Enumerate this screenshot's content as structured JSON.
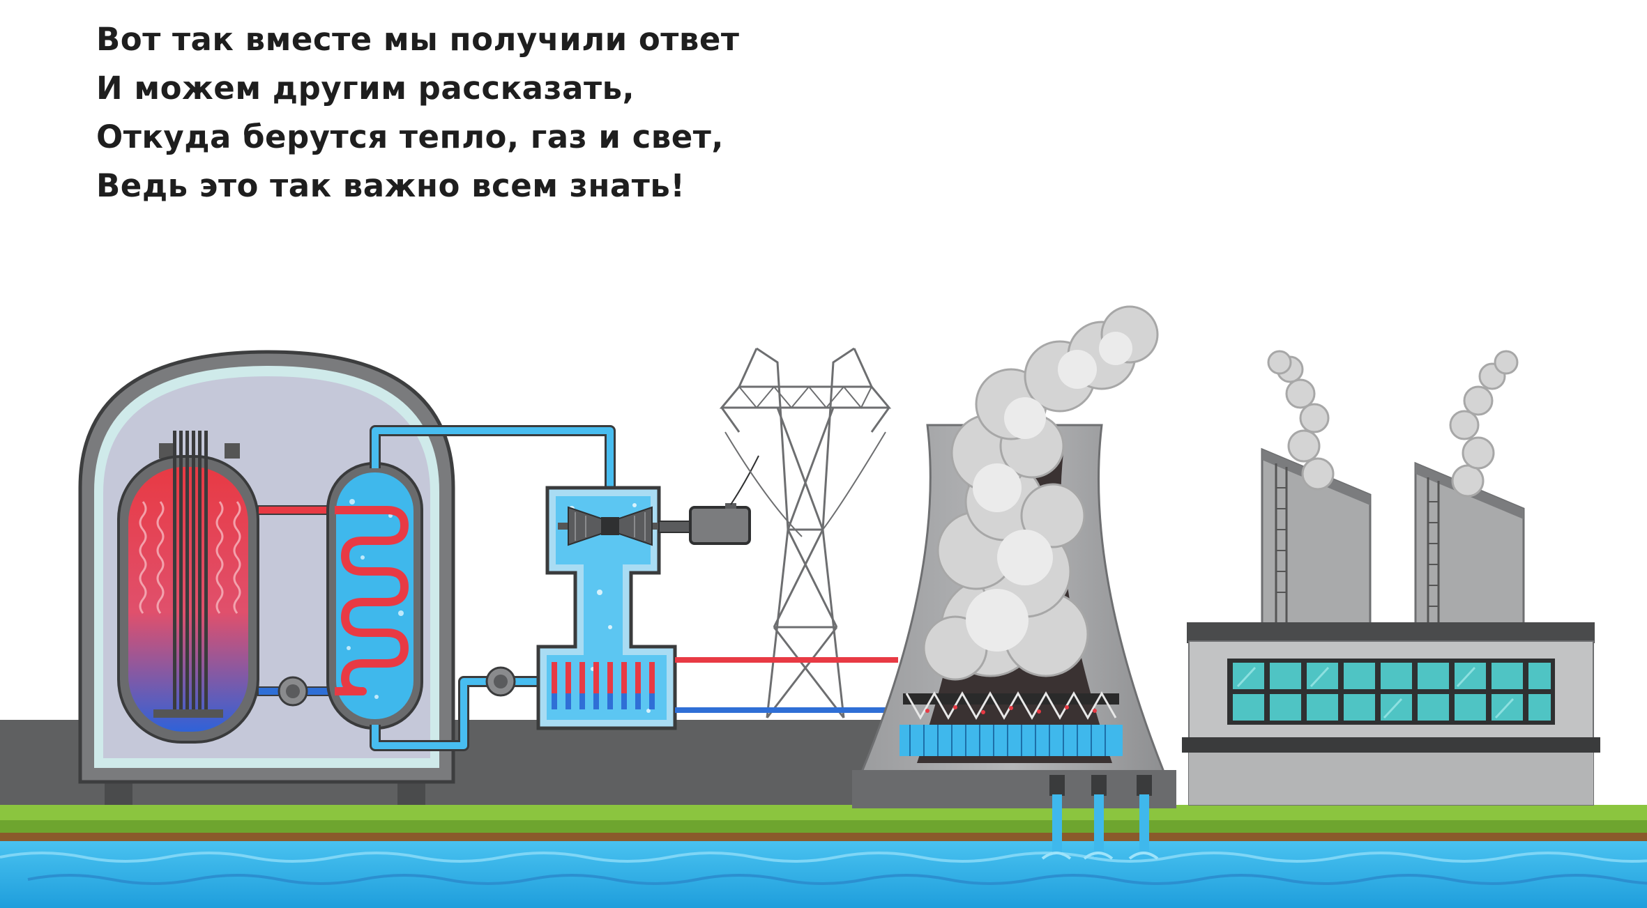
{
  "poem": {
    "lines": [
      "Вот так вместе мы получили ответ",
      "И можем другим рассказать,",
      "Откуда берутся тепло, газ и свет,",
      "Ведь это так важно всем знать!"
    ]
  },
  "illustration": {
    "subject": "nuclear power plant scheme",
    "parts": [
      "reactor",
      "steam generator",
      "turbine",
      "generator",
      "power line tower",
      "condenser",
      "cooling tower",
      "factory",
      "river"
    ],
    "colors": {
      "hot_coolant": "#e8313c",
      "cold_coolant": "#2f6fd6",
      "water": "#3fb3e8",
      "steam": "#c9c9c9",
      "grass": "#8bc53f",
      "ground": "#5f6061",
      "building": "#a9aaab",
      "glass": "#4fc4c4"
    }
  }
}
